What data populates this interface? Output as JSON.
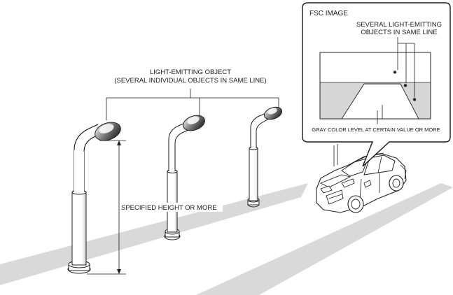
{
  "labels": {
    "light_object_line1": "LIGHT-EMITTING OBJECT",
    "light_object_line2": "(SEVERAL INDIVIDUAL OBJECTS IN SAME LINE)",
    "specified_height": "SPECIFIED HEIGHT OR MORE",
    "fsc_title": "FSC IMAGE",
    "several_line1": "SEVERAL LIGHT-EMITTING",
    "several_line2": "OBJECTS IN SAME LINE",
    "gray_level": "GRAY COLOR LEVEL AT CERTAIN VALUE OR MORE"
  },
  "colors": {
    "road_gray": "#d9d9d9",
    "image_gray": "#d6d6d6",
    "line": "#1a1a1a"
  }
}
